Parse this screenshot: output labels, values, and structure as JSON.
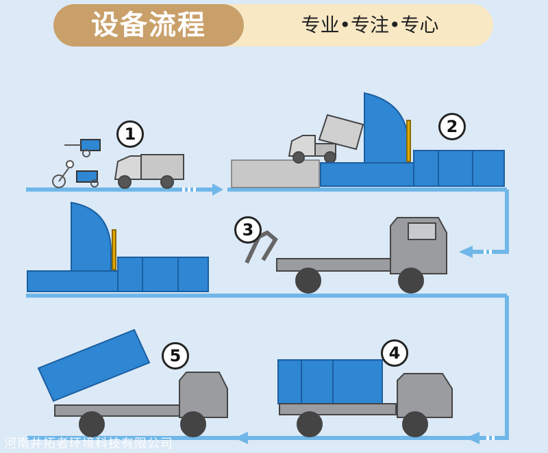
{
  "header": {
    "title": "设备流程",
    "slogan": "专业•专注•专心"
  },
  "steps": [
    {
      "label": "1"
    },
    {
      "label": "2"
    },
    {
      "label": "3"
    },
    {
      "label": "4"
    },
    {
      "label": "5"
    }
  ],
  "watermark": "河南井拓者环境科技有限公司",
  "colors": {
    "background": "#dce9f6",
    "header_pill": "#c9a06a",
    "header_bar": "#f8e8c4",
    "container_blue": "#2f86d3",
    "truck_gray": "#8a8c90",
    "flow_line": "#6fb7e8"
  }
}
